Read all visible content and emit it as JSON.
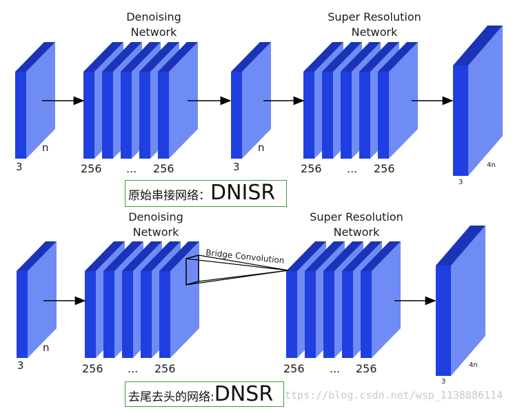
{
  "top_section": {
    "denoising_title": [
      "Denoising",
      "Network"
    ],
    "sr_title": [
      "Super Resolution",
      "Network"
    ],
    "input_labels": {
      "channels": "3",
      "size": "n"
    },
    "denoise_labels": {
      "first": "256",
      "dots": "...",
      "last": "256"
    },
    "middle_labels": {
      "channels": "3",
      "size": "n"
    },
    "sr_labels": {
      "first": "256",
      "dots": "...",
      "last": "256"
    },
    "output_labels": {
      "channels": "3",
      "size": "4n"
    },
    "caption": {
      "zh": "原始串接网络：",
      "en": "DNISR"
    }
  },
  "bottom_section": {
    "denoising_title": [
      "Denoising",
      "Network"
    ],
    "sr_title": [
      "Super Resolution",
      "Network"
    ],
    "bridge_label": "Bridge Convolution",
    "input_labels": {
      "channels": "3",
      "size": "n"
    },
    "denoise_labels": {
      "first": "256",
      "dots": "...",
      "last": "256"
    },
    "sr_labels": {
      "first": "256",
      "dots": "...",
      "last": "256"
    },
    "output_labels": {
      "channels": "3",
      "size": "4n"
    },
    "caption": {
      "zh": "去尾去头的网络: ",
      "en": "DNSR"
    }
  },
  "watermark": "https://blog.csdn.net/wsp_1138886114",
  "colors": {
    "front": "#1f3fe0",
    "side": "#6f8cf5",
    "top": "#1b33b8",
    "caption_border": "#3a9a3a"
  }
}
